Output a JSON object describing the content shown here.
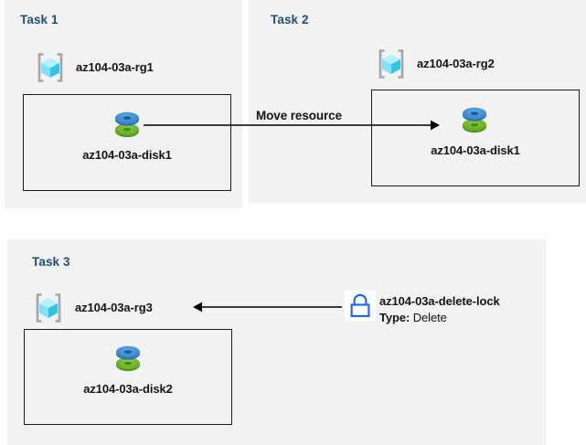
{
  "diagram": {
    "title": "Azure resource group tasks diagram",
    "background_color": "#ffffff",
    "panel_color": "#f2f2f2",
    "heading_color": "#1f4e79",
    "accent_lock_color": "#1266f1",
    "disk_top_color": "#3d8fd6",
    "disk_bottom_color": "#76bc2d",
    "cube_color": "#7ee5f5"
  },
  "panels": [
    {
      "heading": "Task 1",
      "resource_group": "az104-03a-rg1",
      "disk": "az104-03a-disk1"
    },
    {
      "heading": "Task 2",
      "resource_group": "az104-03a-rg2",
      "disk": "az104-03a-disk1"
    },
    {
      "heading": "Task 3",
      "resource_group": "az104-03a-rg3",
      "disk": "az104-03a-disk2"
    }
  ],
  "edges": {
    "move_resource_label": "Move resource"
  },
  "lock": {
    "name": "az104-03a-delete-lock",
    "type_label": "Type:",
    "type_value": "Delete"
  },
  "icons": {
    "resource_group": "resource-group-icon",
    "disk": "managed-disk-icon",
    "lock": "padlock-icon"
  }
}
